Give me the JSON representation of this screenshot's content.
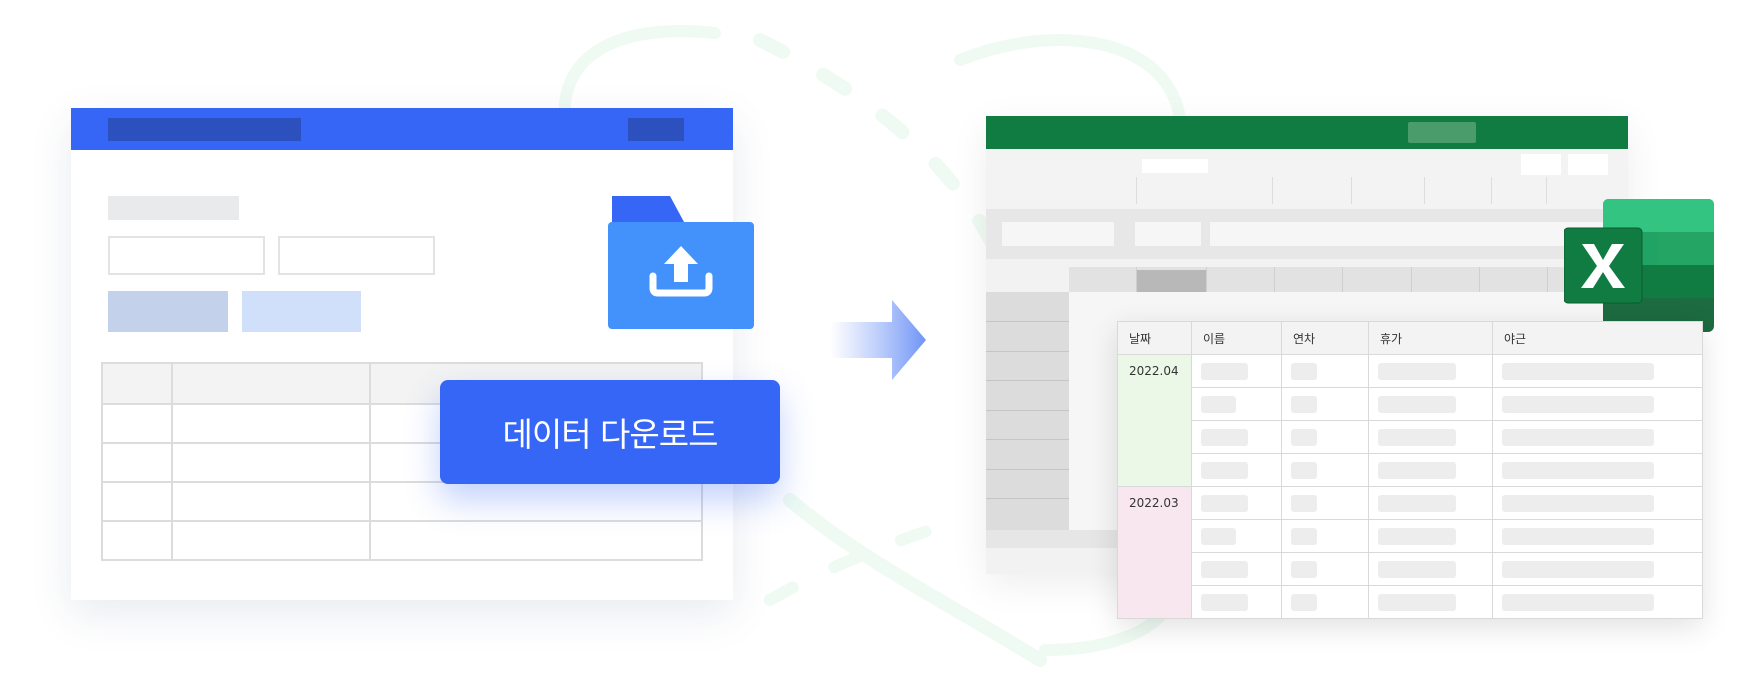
{
  "download_button": {
    "label": "데이터 다운로드"
  },
  "spreadsheet": {
    "columns": [
      "날짜",
      "이름",
      "연차",
      "휴가",
      "야근"
    ],
    "groups": [
      {
        "date": "2022.04",
        "rows": 4
      },
      {
        "date": "2022.03",
        "rows": 4
      }
    ]
  },
  "icons": {
    "folder": "folder-upload-icon",
    "excel": "microsoft-excel-icon",
    "arrow": "right-arrow-icon"
  },
  "colors": {
    "brand_blue": "#3566f5",
    "excel_green": "#107c41",
    "folder_blue": "#4392fb",
    "date_2022_04": "#ebf8e8",
    "date_2022_03": "#f8e7ef"
  }
}
